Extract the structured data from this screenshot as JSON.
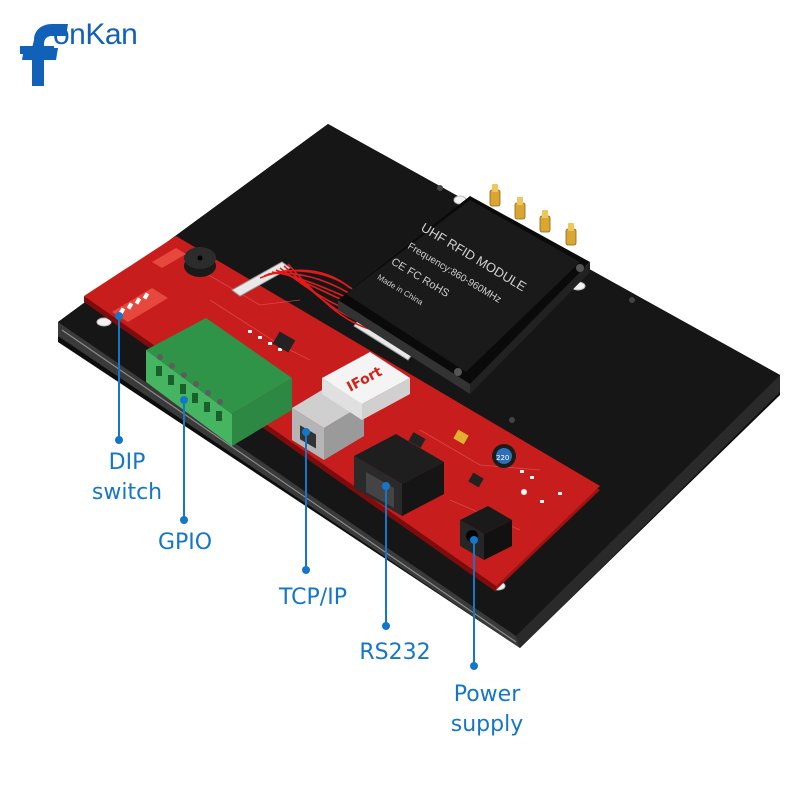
{
  "brand": {
    "logo_text": "onKan",
    "logo_color": "#1261b8"
  },
  "module": {
    "line1": "UHF RFID MODULE",
    "line2": "Frequency:860-960MHz",
    "marks": "CE FC RoHS",
    "origin": "Made in China"
  },
  "network_module_label": "IFort",
  "inductor_label": "220",
  "callouts": {
    "dip_line1": "DIP",
    "dip_line2": "switch",
    "gpio": "GPIO",
    "tcpip": "TCP/IP",
    "rs232": "RS232",
    "power_line1": "Power",
    "power_line2": "supply"
  },
  "colors": {
    "callout": "#1576c8",
    "pcb": "#c81d1d",
    "base_plate": "#111111",
    "terminal": "#3fae5a"
  }
}
